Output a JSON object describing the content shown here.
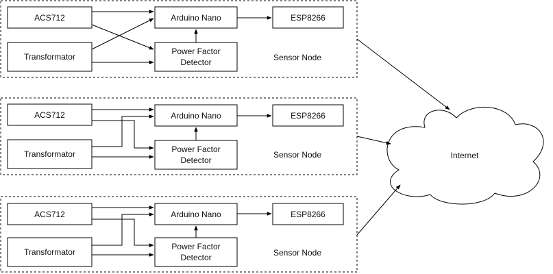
{
  "nodes": [
    {
      "acs": "ACS712",
      "transformer": "Transformator",
      "arduino": "Arduino Nano",
      "pfd_line1": "Power Factor",
      "pfd_line2": "Detector",
      "esp": "ESP8266",
      "label": "Sensor Node"
    },
    {
      "acs": "ACS712",
      "transformer": "Transformator",
      "arduino": "Arduino Nano",
      "pfd_line1": "Power Factor",
      "pfd_line2": "Detector",
      "esp": "ESP8266",
      "label": "Sensor Node"
    },
    {
      "acs": "ACS712",
      "transformer": "Transformator",
      "arduino": "Arduino Nano",
      "pfd_line1": "Power Factor",
      "pfd_line2": "Detector",
      "esp": "ESP8266",
      "label": "Sensor Node"
    }
  ],
  "cloud": {
    "label": "Internet"
  }
}
